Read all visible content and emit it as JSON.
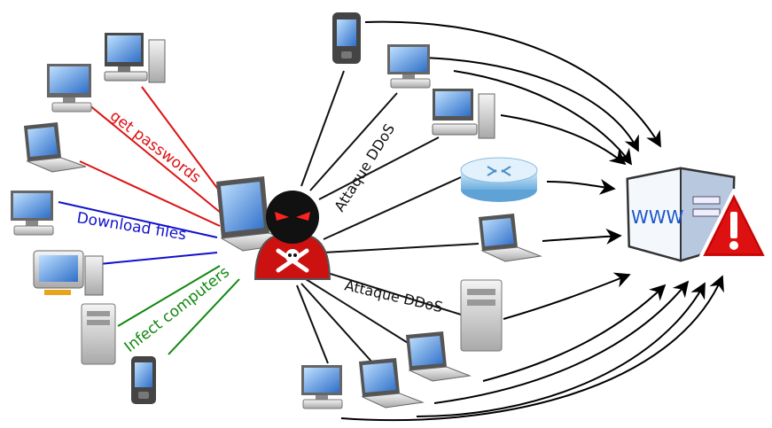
{
  "labels": {
    "get_passwords": "get passwords",
    "download_files": "Download files",
    "infect_computers": "Infect computers",
    "ddos_top": "Attaque DDoS",
    "ddos_bottom": "Attaque DDoS",
    "www": "WWW"
  },
  "colors": {
    "passwords": "#dd1111",
    "download": "#1111cc",
    "infect": "#118811",
    "ddos": "#111111",
    "arrows": "#000000",
    "hacker_shirt": "#cc1111",
    "hacker_head": "#111111",
    "hacker_eyes": "#ff2222",
    "server_blue": "#1a55cc",
    "warning_red": "#dd1111",
    "screen_blue": "#3a7fd0"
  },
  "icons": [
    "hacker-icon",
    "desktop-icon",
    "laptop-icon",
    "tower-icon",
    "pda-icon",
    "router-icon",
    "web-server-icon",
    "warning-icon",
    "crossbones-icon"
  ]
}
